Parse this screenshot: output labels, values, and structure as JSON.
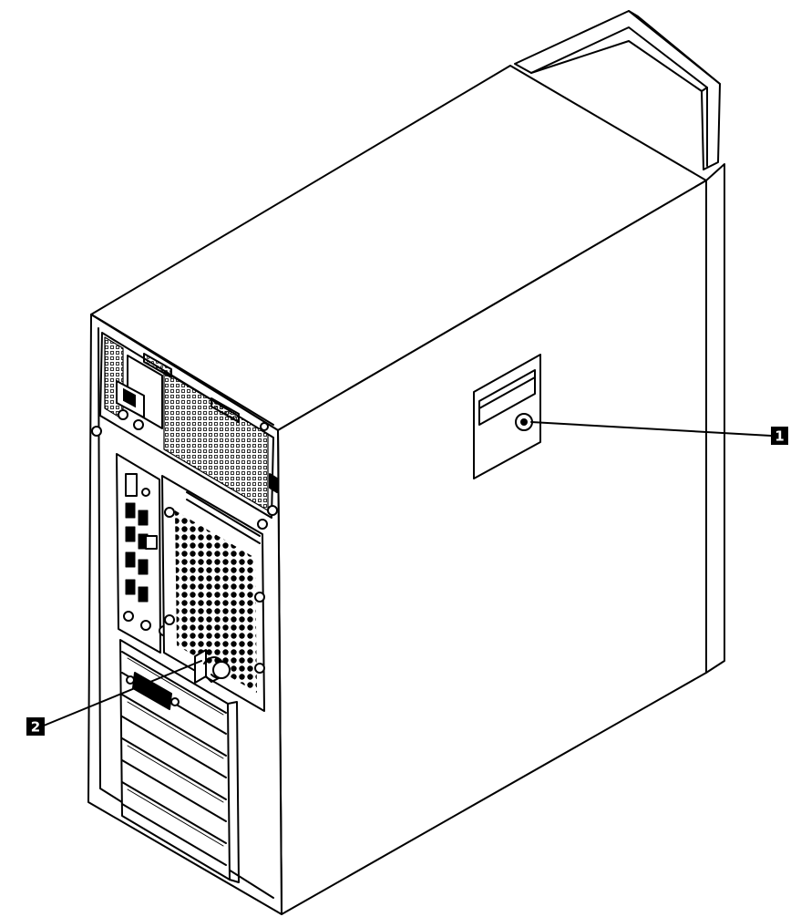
{
  "callouts": [
    {
      "label": "1",
      "target": "cover-lock-latch"
    },
    {
      "label": "2",
      "target": "padlock-loop"
    }
  ],
  "colors": {
    "ink": "#000000",
    "paper": "#ffffff",
    "badge": "#000000",
    "badge_text": "#ffffff"
  }
}
